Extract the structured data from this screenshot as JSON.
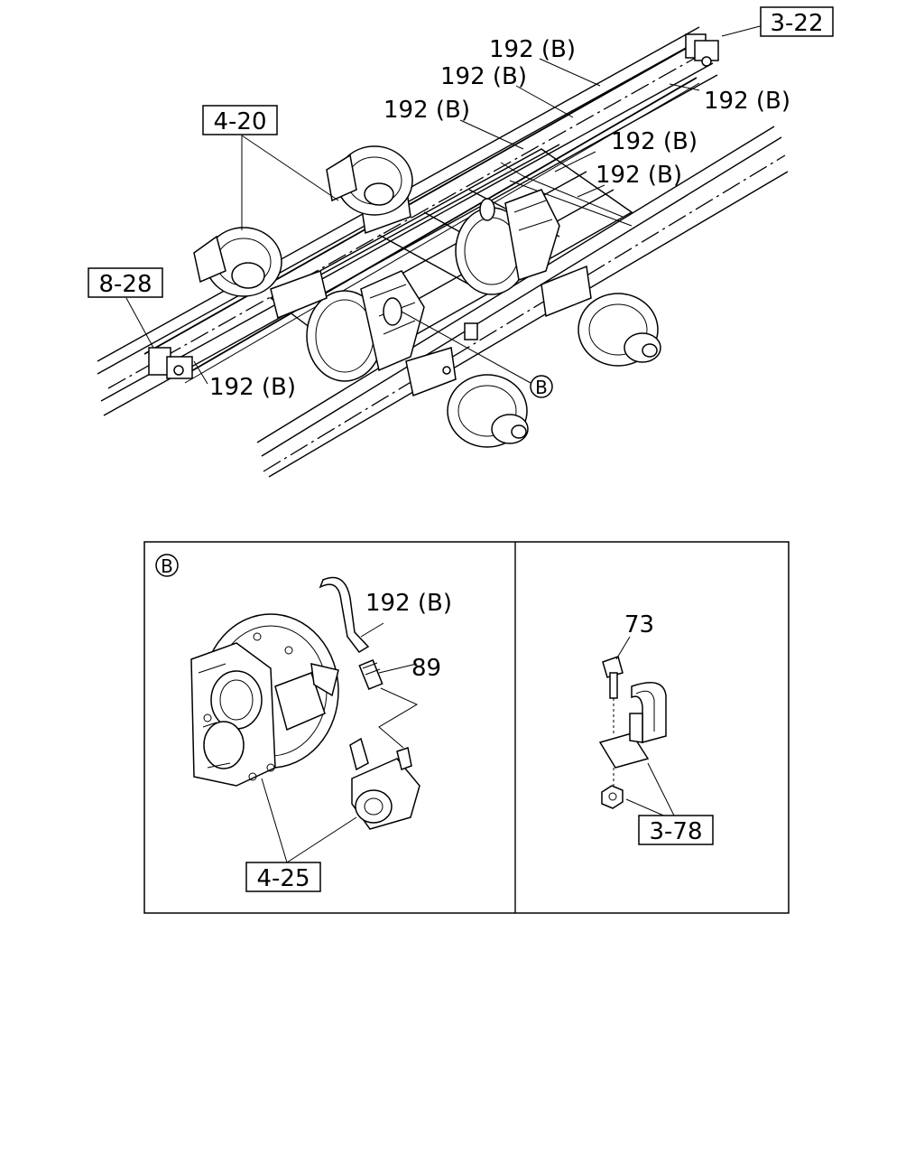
{
  "diagram": {
    "upper_refs": {
      "r1": "3-22",
      "r2": "4-20",
      "r3": "8-28"
    },
    "upper_callouts": {
      "c1": "192 (B)",
      "c2": "192 (B)",
      "c3": "192 (B)",
      "c4": "192 (B)",
      "c5": "192 (B)",
      "c6": "192 (B)",
      "c7": "192 (B)"
    },
    "detail_marker": "B",
    "detail_left": {
      "marker": "B",
      "hose_label": "192 (B)",
      "connector_label": "89",
      "ref_label": "4-25"
    },
    "detail_right": {
      "bolt_label": "73",
      "ref_label": "3-78"
    }
  }
}
